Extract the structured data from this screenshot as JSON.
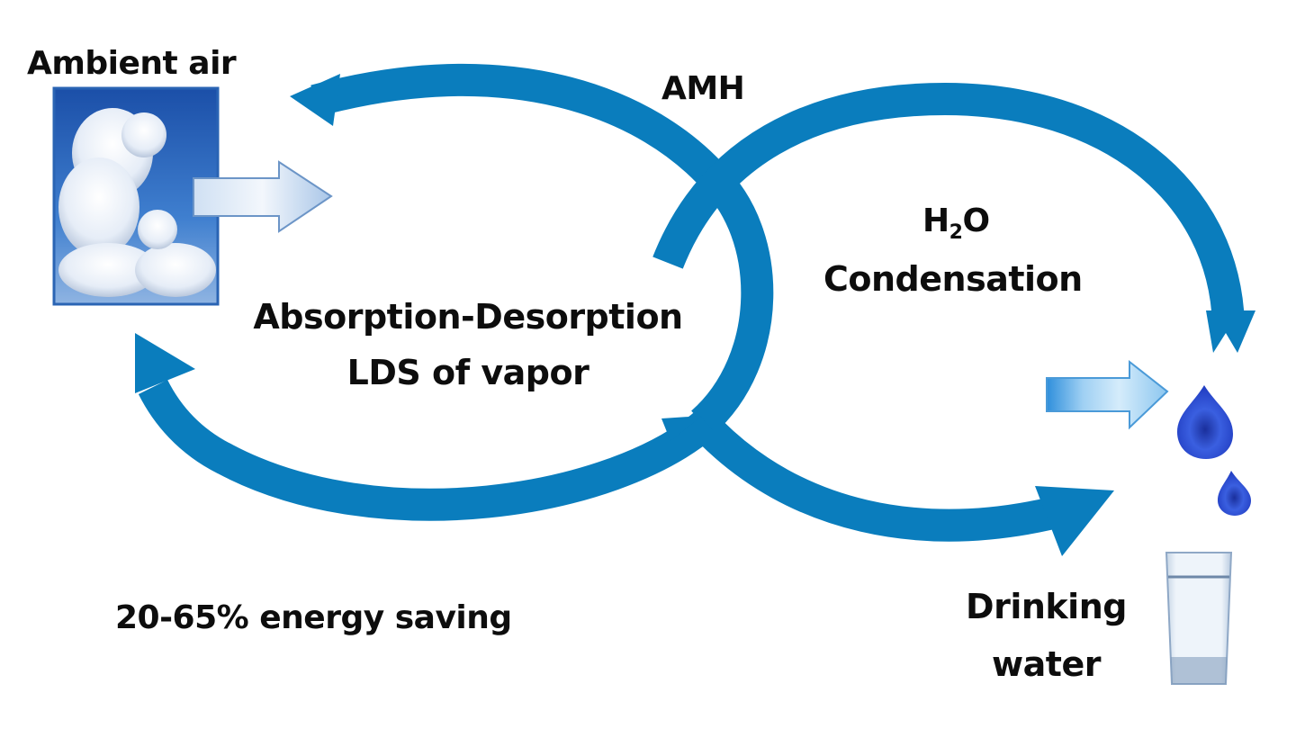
{
  "labels": {
    "ambient_air": "Ambient air",
    "amh": "AMH",
    "h2o_main": "H",
    "h2o_sub": "2",
    "h2o_tail": "O",
    "condensation": "Condensation",
    "absorption_line1": "Absorption-Desorption",
    "absorption_line2": "LDS of vapor",
    "energy_saving": "20-65% energy saving",
    "drinking_line1": "Drinking",
    "drinking_line2": "water"
  },
  "icons": {
    "cloud_image": "cloud-sky-icon",
    "air_arrow": "cloud-arrow-icon",
    "water_arrow": "water-arrow-icon",
    "drops": "water-drop-icon",
    "glass": "water-glass-icon"
  },
  "colors": {
    "cycle_arrow": "#0a7dbd",
    "sky": "#1f5fb5",
    "drop": "#2546c8",
    "text": "#0d0d0d"
  }
}
